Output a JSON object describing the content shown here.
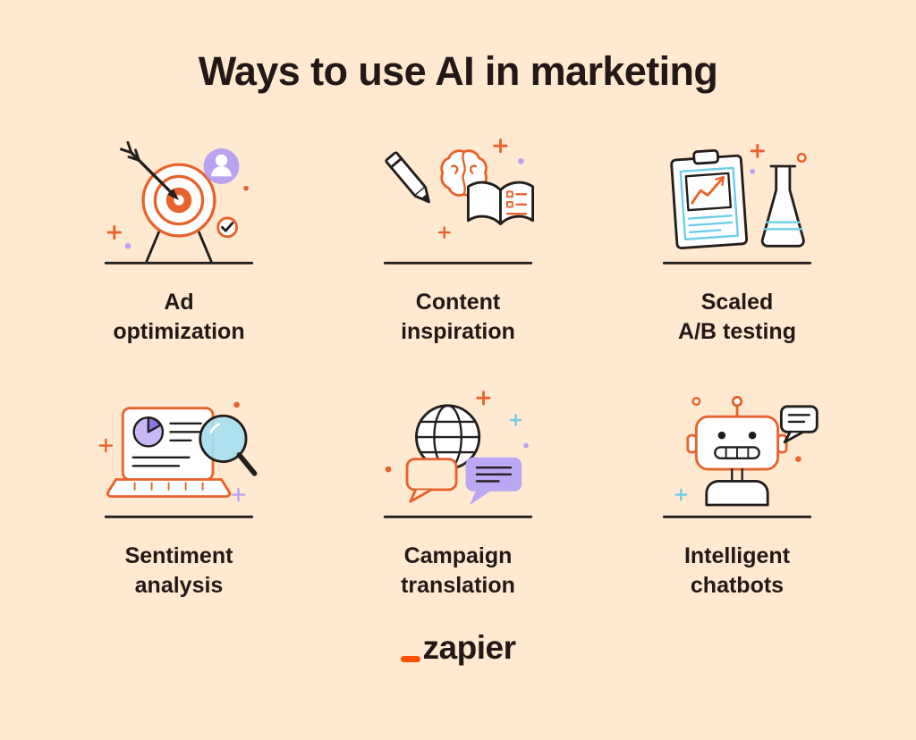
{
  "title": "Ways to use AI in marketing",
  "items": [
    {
      "name": "ad-optimization",
      "line1": "Ad",
      "line2": "optimization",
      "icon": "target-arrow-icon"
    },
    {
      "name": "content-inspiration",
      "line1": "Content",
      "line2": "inspiration",
      "icon": "brain-pencil-book-icon"
    },
    {
      "name": "scaled-ab-testing",
      "line1": "Scaled",
      "line2": "A/B testing",
      "icon": "clipboard-chart-flask-icon"
    },
    {
      "name": "sentiment-analysis",
      "line1": "Sentiment",
      "line2": "analysis",
      "icon": "laptop-magnifier-icon"
    },
    {
      "name": "campaign-translation",
      "line1": "Campaign",
      "line2": "translation",
      "icon": "globe-speech-bubbles-icon"
    },
    {
      "name": "intelligent-chatbots",
      "line1": "Intelligent",
      "line2": "chatbots",
      "icon": "robot-chat-icon"
    }
  ],
  "footer": {
    "brand": "zapier"
  },
  "colors": {
    "background": "#FFE9D1",
    "text": "#231815",
    "icon_orange": "#E8632C",
    "icon_purple": "#B9A2F2",
    "icon_blue": "#6FCDE8",
    "brand_orange": "#FF4F00",
    "outline_dark": "#231E1B"
  }
}
